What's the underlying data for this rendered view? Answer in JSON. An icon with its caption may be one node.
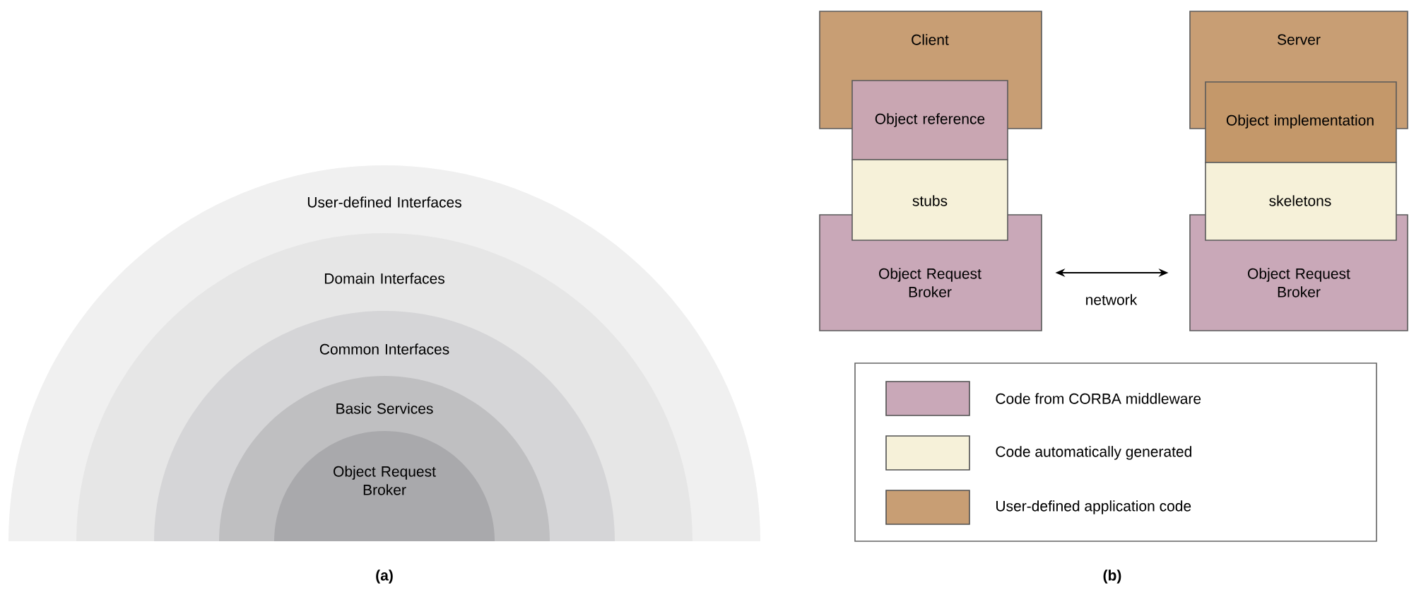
{
  "diagram": {
    "nodes": [
      {
        "text": [
          "User-defined Interfaces"
        ]
      },
      {
        "text": [
          "Domain Interfaces"
        ],
        "in": 0
      },
      {
        "text": [
          "Common Interfaces"
        ],
        "in": 1
      },
      {
        "text": [
          "Basic Services"
        ],
        "in": 2
      },
      {
        "text": [
          "Object Request Broker"
        ],
        "in": 3
      },
      {
        "text": [
          "Client"
        ]
      },
      {
        "text": [
          "Object reference"
        ]
      },
      {
        "text": [
          "stubs"
        ]
      },
      {
        "text": [
          "Object Request Broker"
        ]
      },
      {
        "text": [
          "Server"
        ]
      },
      {
        "text": [
          "Object implementation"
        ]
      },
      {
        "text": [
          "skeletons"
        ]
      },
      {
        "text": [
          "Object Request Broker"
        ]
      }
    ],
    "edges": [
      {
        "from": 8,
        "to": 12,
        "arrow": "both",
        "label": "network"
      }
    ],
    "labels": [
      "(a)",
      "(b)"
    ],
    "legend": [
      {
        "text": "Code from CORBA middleware",
        "color": "#c9a8b8"
      },
      {
        "text": "Code automatically generated",
        "color": "#f6f1d9"
      },
      {
        "text": "User-defined application code",
        "color": "#c89e74"
      }
    ]
  }
}
